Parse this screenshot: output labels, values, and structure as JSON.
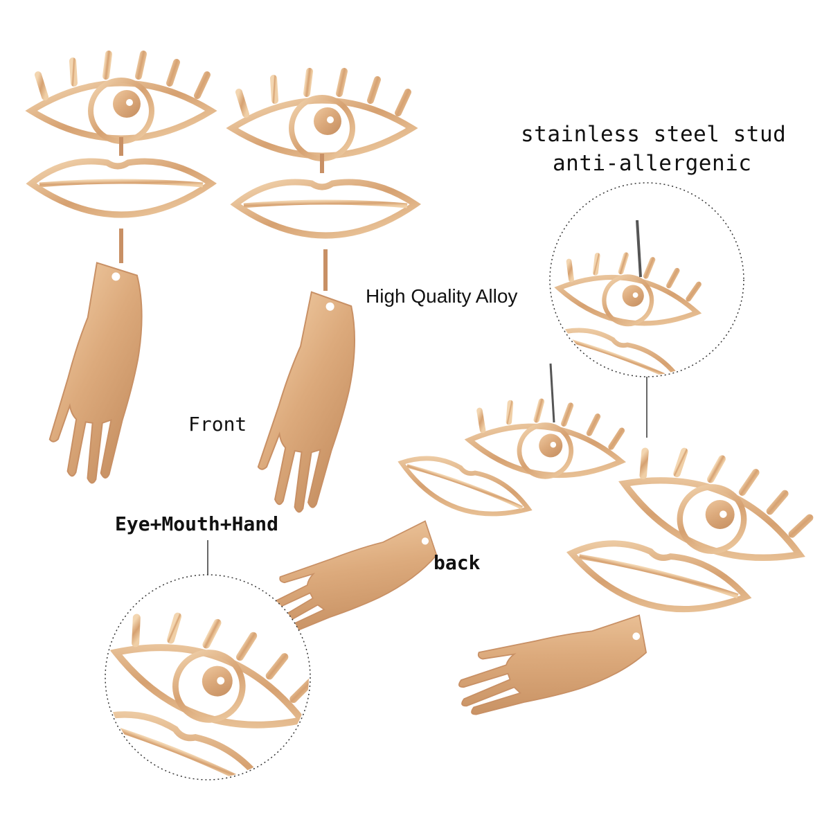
{
  "labels": {
    "front": "Front",
    "high_quality": "High Quality Alloy",
    "stud_line1": "stainless steel stud",
    "stud_line2": "anti-allergenic",
    "combo": "Eye+Mouth+Hand",
    "back": "back"
  },
  "colors": {
    "gold": "#d9a877",
    "gold_light": "#f1d2ad",
    "gold_dark": "#b07e52",
    "background": "#ffffff"
  }
}
